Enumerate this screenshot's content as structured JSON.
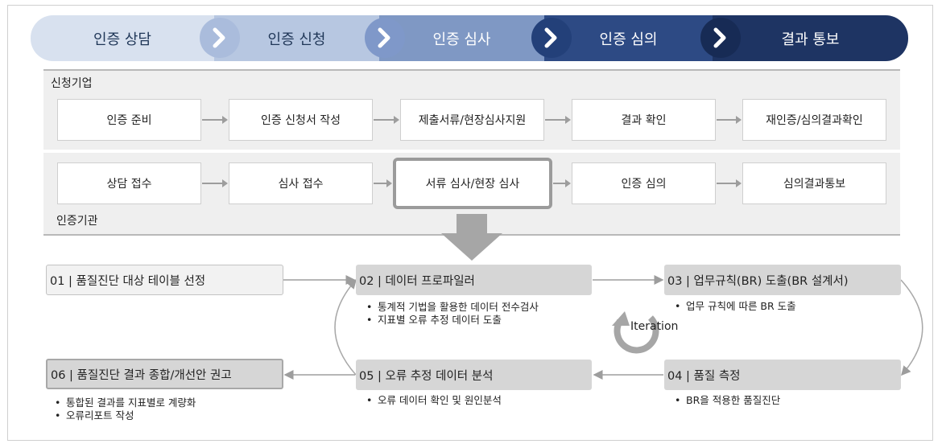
{
  "top_steps": [
    "인증 상담",
    "인증 신청",
    "인증 심사",
    "인증 심의",
    "결과 통보"
  ],
  "applicant": {
    "label": "신청기업",
    "boxes": [
      "인증 준비",
      "인증 신청서 작성",
      "제출서류/현장심사지원",
      "결과 확인",
      "재인증/심의결과확인"
    ]
  },
  "agency": {
    "label": "인증기관",
    "boxes": [
      "상담 접수",
      "심사 접수",
      "서류 심사/현장 심사",
      "인증 심의",
      "심의결과통보"
    ]
  },
  "steps": [
    {
      "title": "01 | 품질진단 대상 테이블 선정",
      "bullets": []
    },
    {
      "title": "02 | 데이터 프로파일러",
      "bullets": [
        "통계적 기법을 활용한 데이터 전수검사",
        "지표별 오류 추정 데이터 도출"
      ]
    },
    {
      "title": "03 | 업무규칙(BR) 도출(BR 설계서)",
      "bullets": [
        "업무 규칙에 따른 BR 도출"
      ]
    },
    {
      "title": "04 | 품질 측정",
      "bullets": [
        "BR을 적용한 품질진단"
      ]
    },
    {
      "title": "05 | 오류 추정 데이터 분석",
      "bullets": [
        "오류 데이터 확인 및 원인분석"
      ]
    },
    {
      "title": "06 | 품질진단 결과 종합/개선안 권고",
      "bullets": [
        "통합된 결과를 지표별로 계량화",
        "오류리포트 작성"
      ]
    }
  ],
  "iteration_label": "Iteration"
}
